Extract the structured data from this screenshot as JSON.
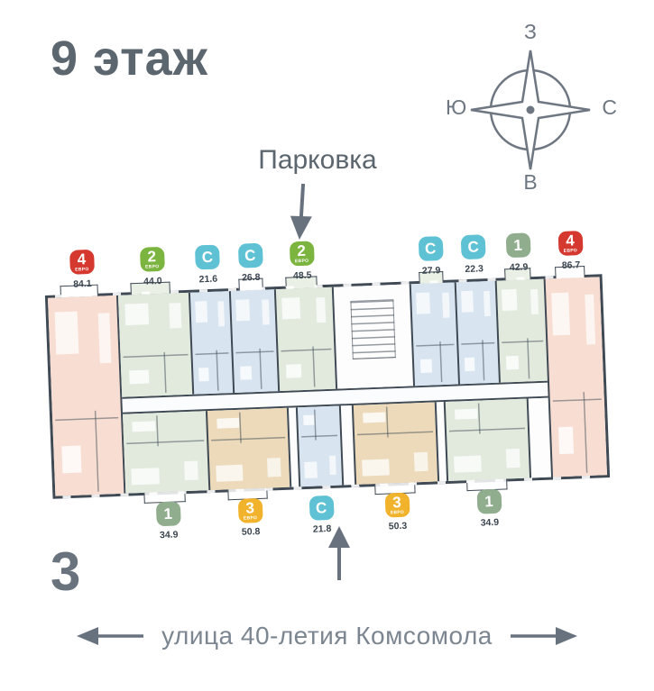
{
  "page": {
    "floor_title": "9 этаж",
    "parking_label": "Парковка",
    "building_number": "3",
    "street_name": "улица 40-летия Комсомола"
  },
  "compass": {
    "top": "З",
    "right": "С",
    "bottom": "В",
    "left": "Ю"
  },
  "colors": {
    "wall": "#3f4a55",
    "heading_gray": "#5c666f",
    "arrow_gray": "#68727e",
    "fills": {
      "peach": "#f8ded2",
      "green": "#e2eade",
      "blue": "#d8e5f0",
      "tan": "#ecdaba",
      "white": "#fdfdfd"
    },
    "badges": {
      "red": "#d4382e",
      "lime": "#7cb440",
      "cyan": "#5ec2d4",
      "sage": "#90ad8e",
      "amber": "#f1b32c"
    }
  },
  "plan": {
    "left_end": {
      "name": "apt-4euro-84-1",
      "fill": "peach",
      "w": 78,
      "badge": "4",
      "sub": "ЕВРО",
      "area": "84.1",
      "badge_color": "red",
      "balcony": "white"
    },
    "right_end": {
      "name": "apt-4euro-86-7",
      "fill": "peach",
      "w": 62,
      "badge": "4",
      "sub": "ЕВРО",
      "area": "86.7",
      "badge_color": "red",
      "balcony": "white"
    },
    "top_row": [
      {
        "name": "apt-2euro-44-0",
        "fill": "green",
        "w": 78,
        "badge": "2",
        "sub": "ЕВРО",
        "area": "44.0",
        "badge_color": "lime",
        "balcony": "green"
      },
      {
        "name": "apt-studio-21-6",
        "fill": "blue",
        "w": 45,
        "badge": "С",
        "area": "21.6",
        "badge_color": "cyan"
      },
      {
        "name": "apt-studio-26-8",
        "fill": "blue",
        "w": 50,
        "badge": "С",
        "area": "26.8",
        "badge_color": "cyan",
        "balcony": "white"
      },
      {
        "name": "apt-2euro-48-5",
        "fill": "green",
        "w": 64,
        "badge": "2",
        "sub": "ЕВРО",
        "area": "48.5",
        "badge_color": "lime",
        "balcony": "green"
      },
      {
        "name": "stair-core",
        "fill": "white",
        "w": 86,
        "kind": "core"
      },
      {
        "name": "apt-studio-27-9",
        "fill": "blue",
        "w": 50,
        "badge": "С",
        "area": "27.9",
        "badge_color": "cyan",
        "balcony": "green"
      },
      {
        "name": "apt-studio-22-3",
        "fill": "blue",
        "w": 45,
        "badge": "С",
        "area": "22.3",
        "badge_color": "cyan"
      },
      {
        "name": "apt-1room-42-9",
        "fill": "green",
        "w": 54,
        "badge": "1",
        "area": "42.9",
        "badge_color": "sage",
        "balcony": "green"
      }
    ],
    "bottom_row": [
      {
        "name": "apt-1room-34-9-a",
        "fill": "green",
        "w": 92,
        "badge": "1",
        "area": "34.9",
        "badge_color": "sage",
        "bay": true
      },
      {
        "name": "apt-3euro-50-8",
        "fill": "tan",
        "w": 90,
        "badge": "3",
        "sub": "ЕВРО",
        "area": "50.8",
        "badge_color": "amber",
        "bay": true
      },
      {
        "name": "hall-a",
        "fill": "white",
        "w": 10
      },
      {
        "name": "apt-studio-21-8",
        "fill": "blue",
        "w": 48,
        "badge": "С",
        "area": "21.8",
        "badge_color": "cyan"
      },
      {
        "name": "entrance-hall",
        "fill": "white",
        "w": 14
      },
      {
        "name": "apt-3euro-50-3",
        "fill": "tan",
        "w": 92,
        "badge": "3",
        "sub": "ЕВРО",
        "area": "50.3",
        "badge_color": "amber",
        "bay": true
      },
      {
        "name": "hall-b",
        "fill": "white",
        "w": 10
      },
      {
        "name": "apt-1room-34-9-b",
        "fill": "green",
        "w": 92,
        "badge": "1",
        "area": "34.9",
        "badge_color": "sage",
        "bay": true
      },
      {
        "name": "hall-c",
        "fill": "white",
        "w": 24
      }
    ]
  }
}
